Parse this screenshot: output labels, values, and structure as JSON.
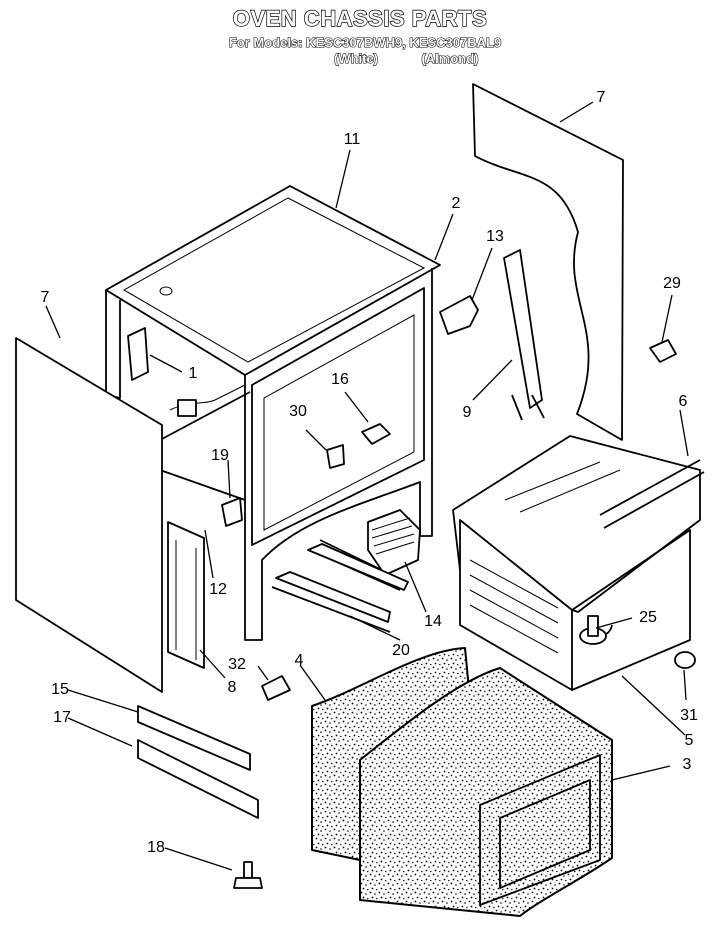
{
  "header": {
    "title": "OVEN CHASSIS PARTS",
    "models_line": "For Models: KESC307BWH9, KESC307BAL9",
    "color_white": "(White)",
    "color_almond": "(Almond)"
  },
  "callouts": {
    "c1": "1",
    "c2": "2",
    "c3": "3",
    "c4": "4",
    "c5": "5",
    "c6": "6",
    "c7a": "7",
    "c7b": "7",
    "c8": "8",
    "c9": "9",
    "c11": "11",
    "c12": "12",
    "c13": "13",
    "c14": "14",
    "c15": "15",
    "c16": "16",
    "c17": "17",
    "c18": "18",
    "c19": "19",
    "c20": "20",
    "c25": "25",
    "c29": "29",
    "c30": "30",
    "c31": "31",
    "c32": "32"
  }
}
